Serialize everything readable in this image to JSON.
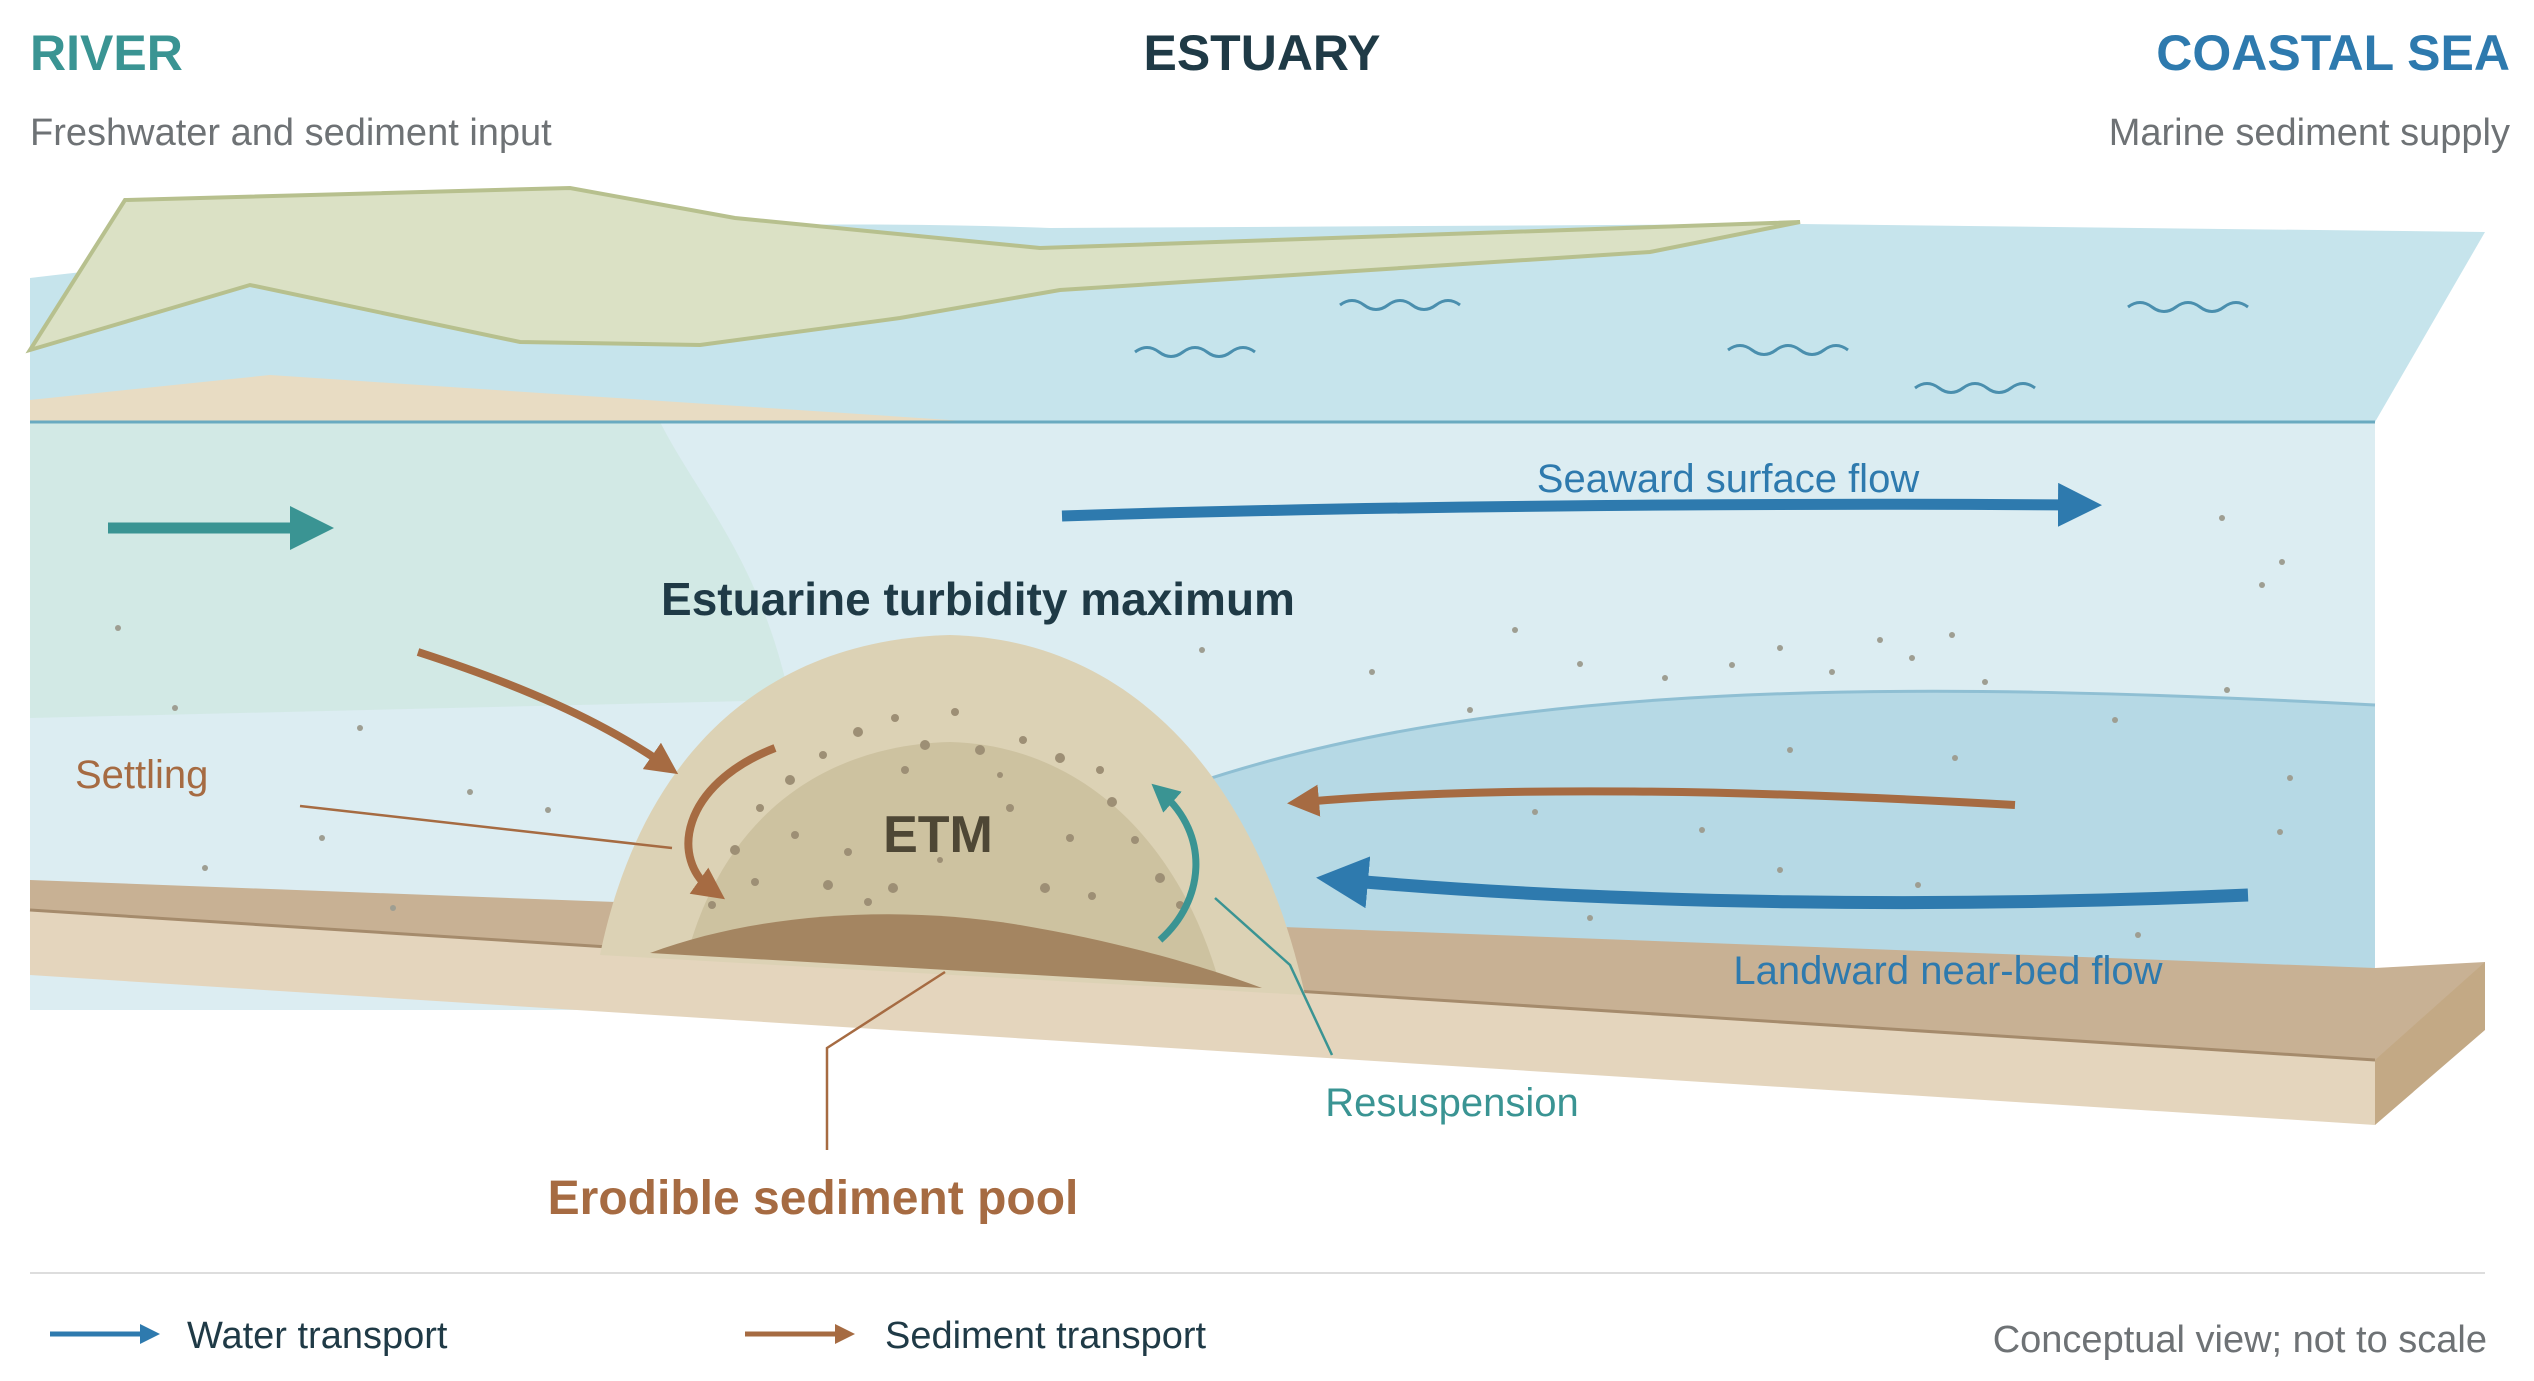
{
  "headers": {
    "river": {
      "title": "RIVER",
      "subtitle": "Freshwater and sediment input"
    },
    "estuary": {
      "title": "ESTUARY"
    },
    "coastal_sea": {
      "title": "COASTAL SEA",
      "subtitle": "Marine sediment supply"
    }
  },
  "labels": {
    "seaward_flow": "Seaward surface flow",
    "etm_title": "Estuarine turbidity maximum",
    "etm_short": "ETM",
    "settling": "Settling",
    "landward_flow": "Landward near-bed flow",
    "resuspension": "Resuspension",
    "sediment_pool": "Erodible sediment pool"
  },
  "legend": {
    "water": "Water transport",
    "sediment": "Sediment transport",
    "note": "Conceptual view; not to scale"
  },
  "colors": {
    "teal": "#3a9493",
    "water_blue": "#2e7aae",
    "sediment_brown": "#a66b42",
    "dark_text": "#1f3a46",
    "grey_text": "#6e7275"
  }
}
